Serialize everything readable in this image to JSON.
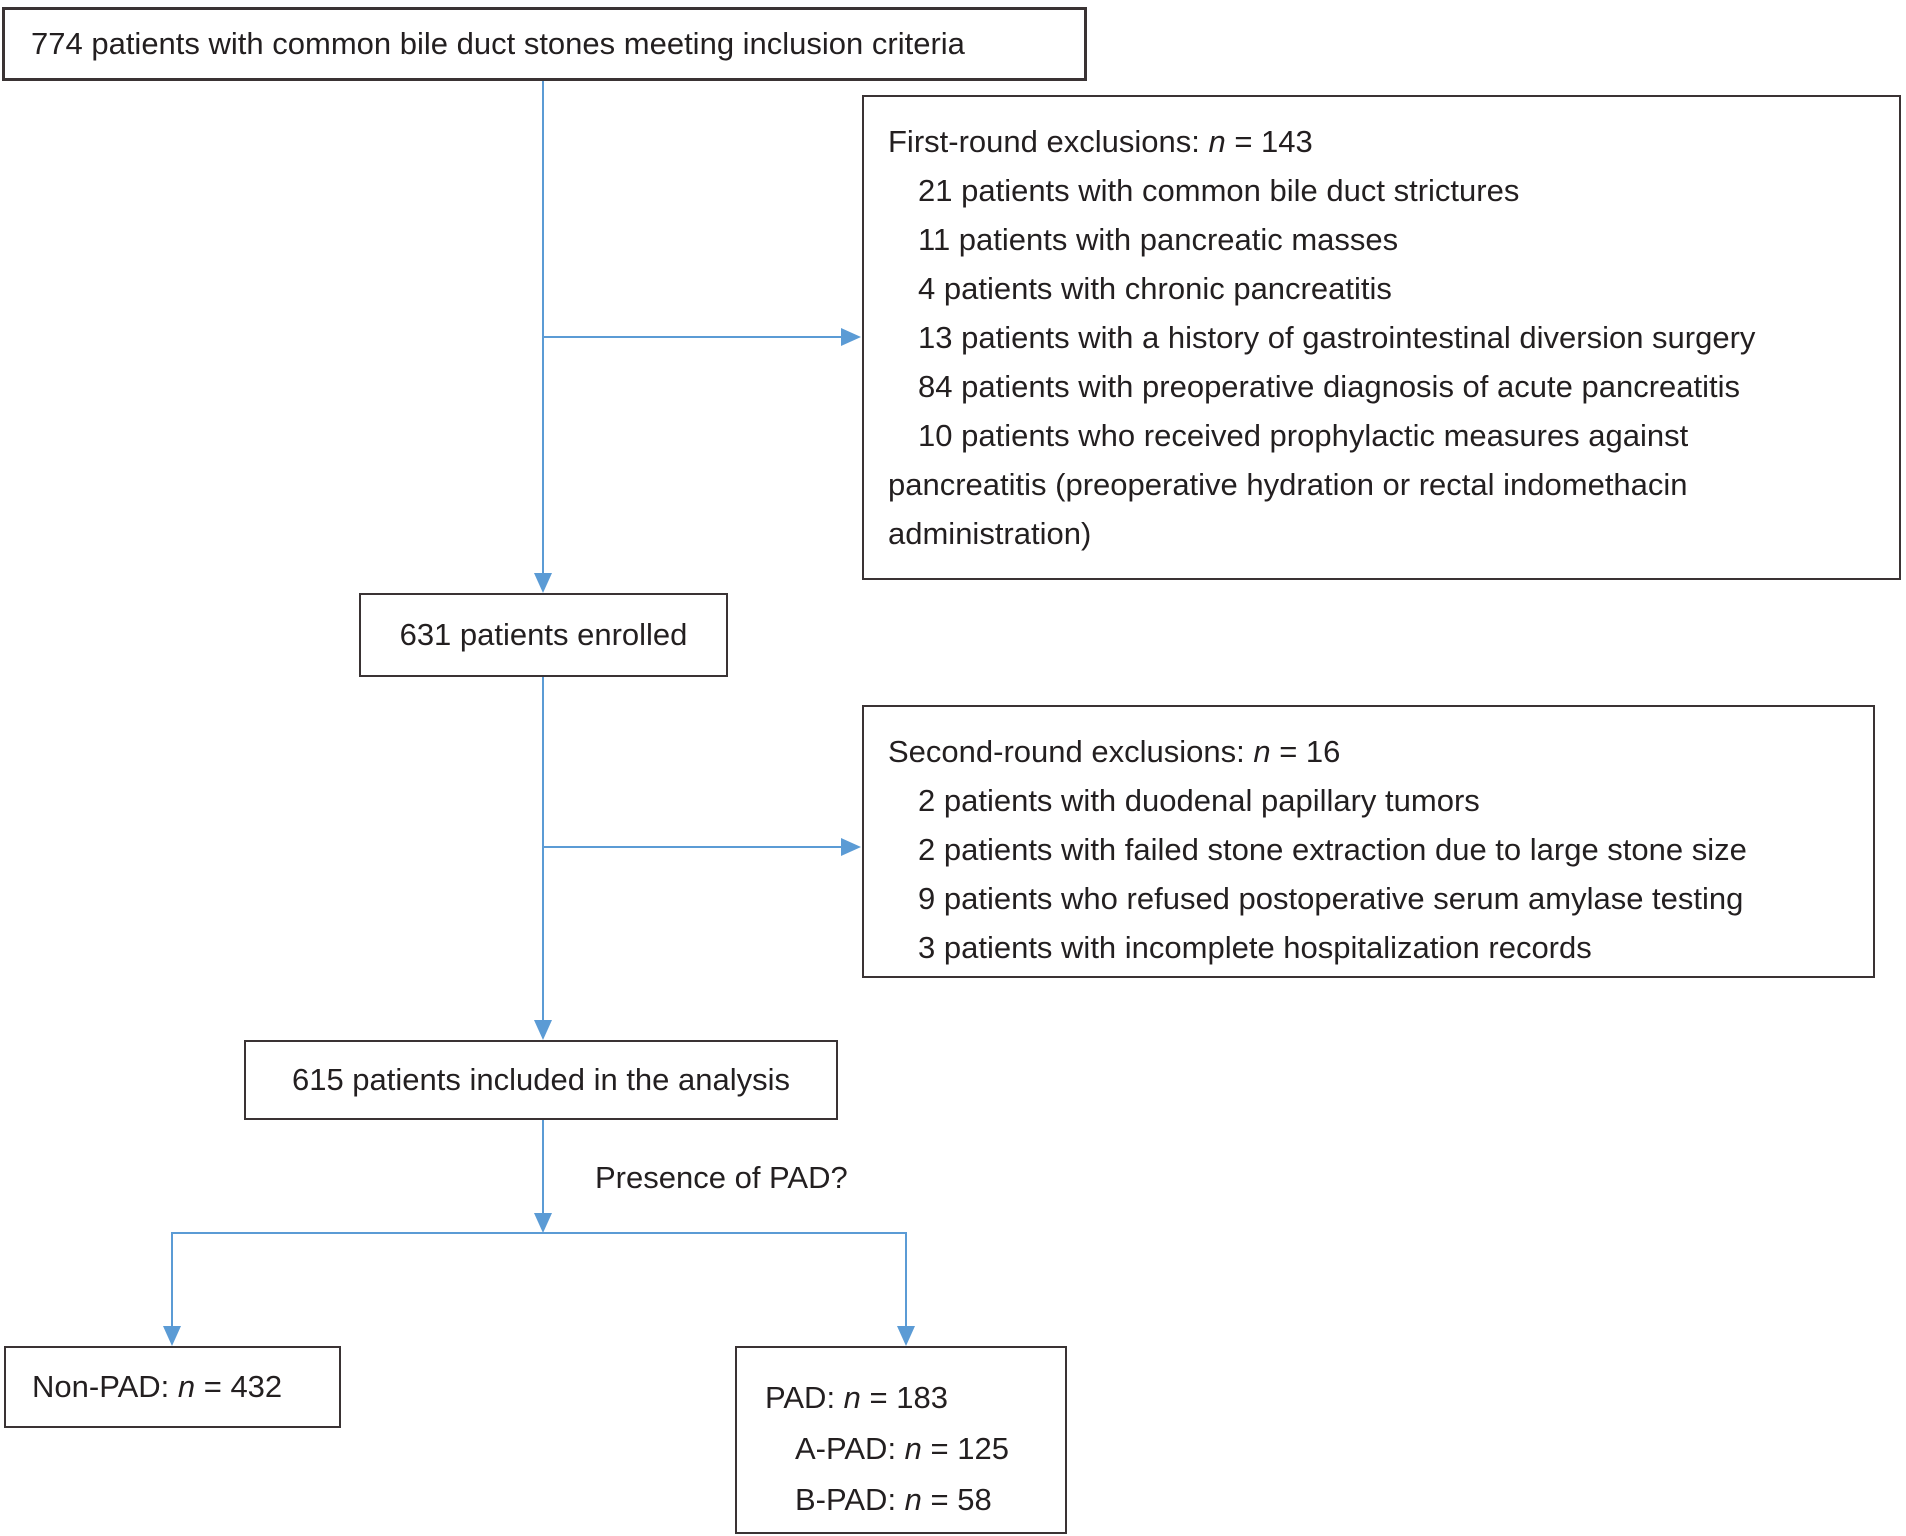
{
  "flowchart": {
    "colors": {
      "arrow": "#5b9bd5",
      "border": "#3a3334",
      "text": "#231f20",
      "background": "#ffffff"
    },
    "inclusion_box": {
      "text": "774 patients with common bile duct stones meeting inclusion criteria"
    },
    "first_exclusions": {
      "heading": {
        "prefix": "First-round exclusions: ",
        "n": "n",
        "suffix": " = 143"
      },
      "items": [
        "21 patients with common bile duct strictures",
        "11 patients with pancreatic masses",
        "4 patients with chronic pancreatitis",
        "13 patients with a history of gastrointestinal diversion surgery",
        "84 patients with preoperative diagnosis of acute pancreatitis",
        "10 patients who received prophylactic measures against"
      ],
      "continuations": [
        "pancreatitis (preoperative hydration or rectal indomethacin",
        "administration)"
      ]
    },
    "enrolled_box": {
      "text": "631 patients enrolled"
    },
    "second_exclusions": {
      "heading": {
        "prefix": "Second-round exclusions: ",
        "n": "n",
        "suffix": " = 16"
      },
      "items": [
        "2 patients with duodenal papillary tumors",
        "2 patients with failed stone extraction due to large stone size",
        "9 patients who refused postoperative serum amylase testing",
        "3 patients with incomplete hospitalization records"
      ]
    },
    "analysis_box": {
      "text": "615 patients included in the analysis"
    },
    "question_label": {
      "text": "Presence of PAD?"
    },
    "non_pad_box": {
      "line1": {
        "prefix": "Non-PAD: ",
        "n": "n",
        "suffix": " = 432"
      }
    },
    "pad_box": {
      "line1": {
        "prefix": "PAD: ",
        "n": "n",
        "suffix": " = 183"
      },
      "line2": {
        "prefix": "A-PAD: ",
        "n": "n",
        "suffix": " = 125"
      },
      "line3": {
        "prefix": "B-PAD: ",
        "n": "n",
        "suffix": " = 58"
      }
    }
  }
}
